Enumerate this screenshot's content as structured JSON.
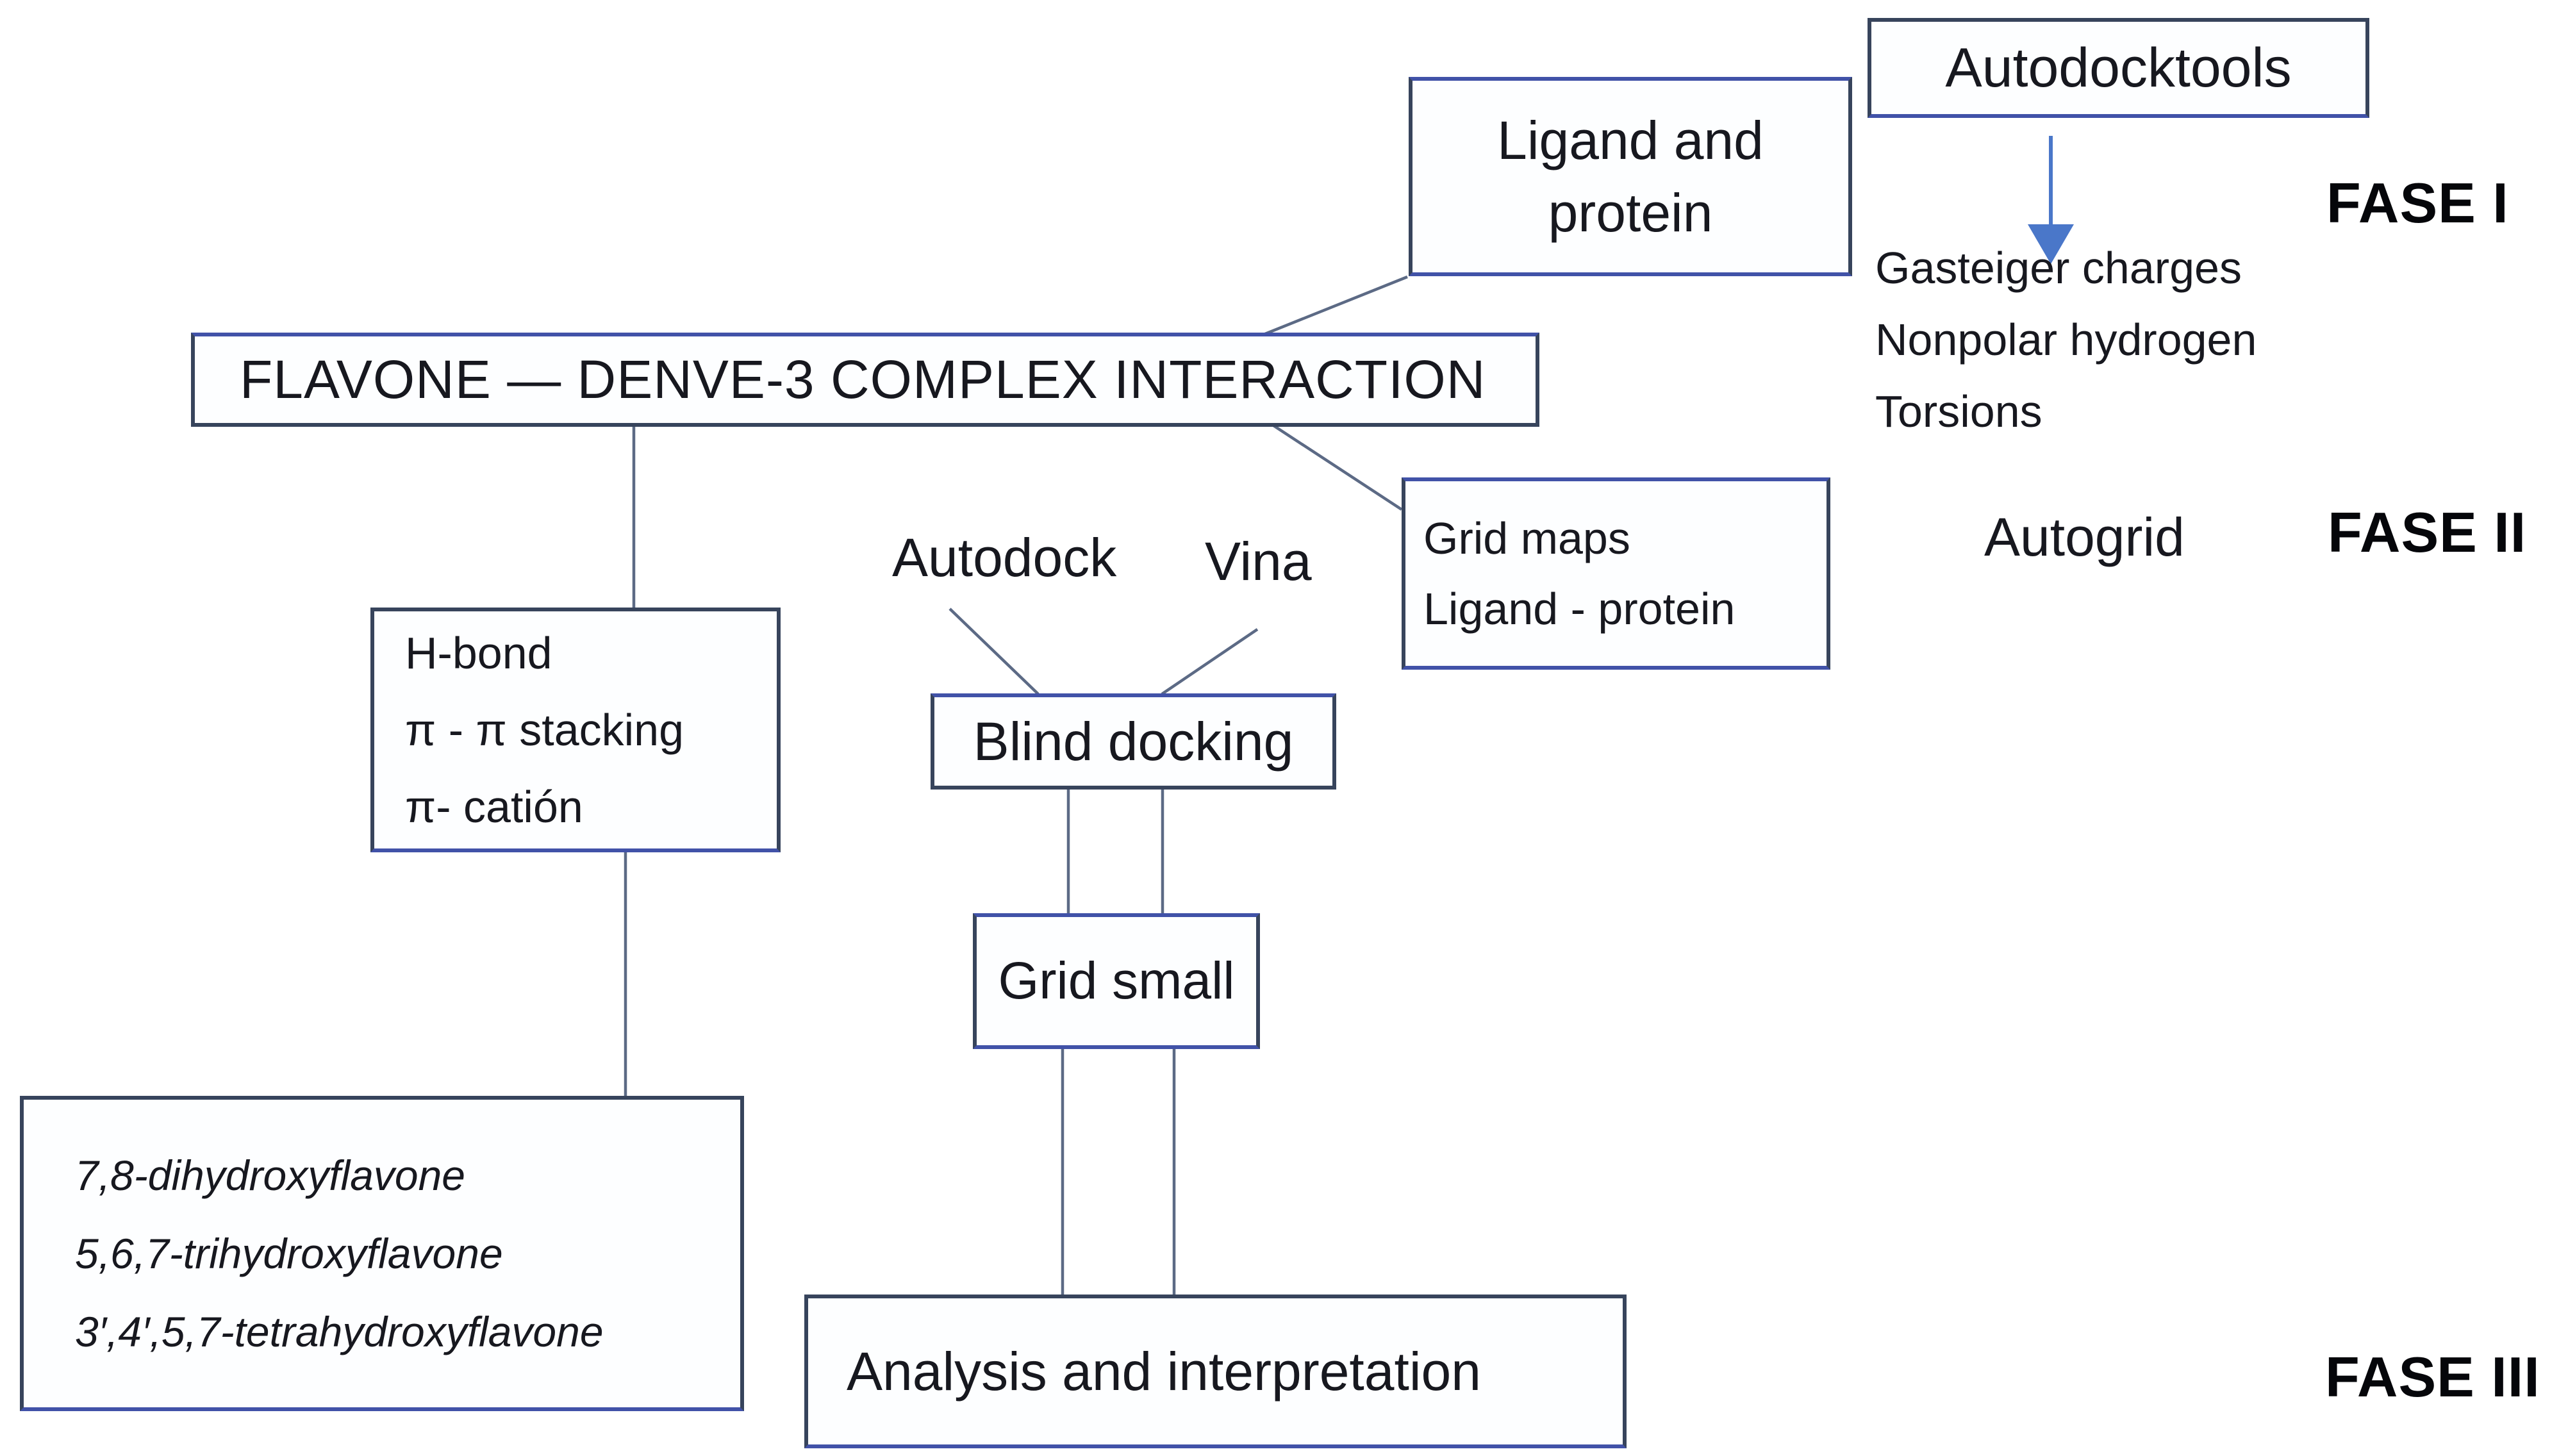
{
  "title": "Molecular docking workflow diagram",
  "colors": {
    "background": "#ffffff",
    "box_border_dark": "#37445c",
    "box_border_blue": "#4152a8",
    "box_fill": "#fdfeff",
    "connector_line": "#5c6a85",
    "arrow_blue": "#4a77c9",
    "text": "#17181f",
    "phase_text": "#05060a"
  },
  "boxes": {
    "autodocktools": {
      "label": "Autodocktools"
    },
    "ligand_protein": {
      "lines": [
        "Ligand and",
        "protein"
      ]
    },
    "flavone_title": {
      "label": "FLAVONE — DENVE-3 COMPLEX INTERACTION"
    },
    "grid_maps": {
      "lines": [
        "Grid maps",
        "Ligand - protein"
      ]
    },
    "blind_docking": {
      "label": "Blind docking"
    },
    "interactions": {
      "lines": [
        "H-bond",
        "π - π stacking",
        "π- catión"
      ]
    },
    "grid_small": {
      "label": "Grid small"
    },
    "flavonoids": {
      "lines": [
        "7,8-dihydroxyflavone",
        "5,6,7-trihydroxyflavone",
        "3′,4′,5,7-tetrahydroxyflavone"
      ]
    },
    "analysis": {
      "label": "Analysis and interpretation"
    }
  },
  "labels": {
    "fase_i": "FASE I",
    "fase_ii": "FASE II",
    "fase_iii": "FASE III",
    "autodock": "Autodock",
    "vina": "Vina",
    "autogrid": "Autogrid",
    "prep_steps": [
      "Gasteiger charges",
      "Nonpolar hydrogen",
      "Torsions"
    ]
  }
}
